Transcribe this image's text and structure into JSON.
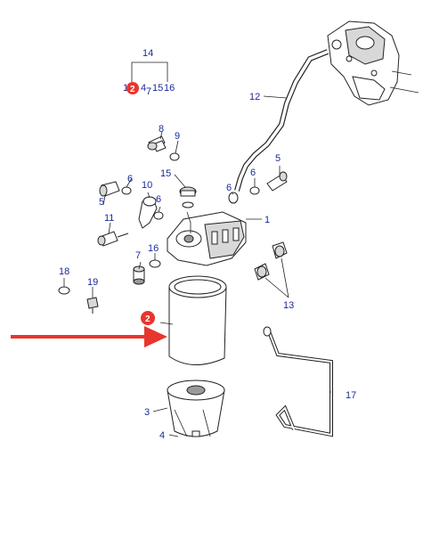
{
  "colors": {
    "label": "#1a2a9a",
    "badge": "#e8352d",
    "arrow": "#e8352d",
    "line": "#222222"
  },
  "labels": {
    "l14": "14",
    "l13_15_row": "13",
    "l4_row": "4",
    "l7_row": "7",
    "l15_row": "15",
    "l16_row": "16",
    "l12": "12",
    "l8": "8",
    "l9": "9",
    "l15": "15",
    "l6_a": "6",
    "l6_b": "6",
    "l6_c": "6",
    "l6_d": "6",
    "l5_a": "5",
    "l5_b": "5",
    "l10": "10",
    "l1": "1",
    "l11": "11",
    "l7": "7",
    "l16": "16",
    "l18": "18",
    "l19": "19",
    "l13": "13",
    "l17": "17",
    "l3": "3",
    "l4": "4"
  },
  "badges": {
    "b_top": "2",
    "b_filter": "2"
  }
}
